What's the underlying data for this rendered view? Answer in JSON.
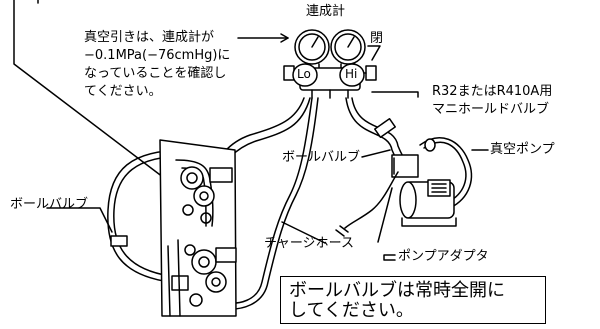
{
  "labels": {
    "compound_gauge": "連成計",
    "vacuum_note": [
      "真空引きは、連成計が",
      "−0.1MPa(−76cmHg)に",
      "なっていることを確認し",
      "てください。"
    ],
    "closed": "閉",
    "gauge_lo": "Lo",
    "gauge_hi": "Hi",
    "manifold_valve": [
      "R32またはR410A用",
      "マニホールドバルブ"
    ],
    "ball_valve_right": "ボールバルブ",
    "vacuum_pump": "真空ポンプ",
    "ball_valve_left": "ボールバルブ",
    "charge_hose": "チャージホース",
    "pump_adapter": "ポンプアダプタ"
  },
  "notice": [
    "ボールバルブは常時全開に",
    "してください。"
  ]
}
